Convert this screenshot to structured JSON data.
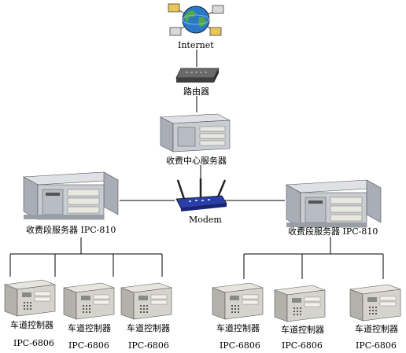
{
  "colors": {
    "line": "#000000",
    "server_body": "#c9ccd2",
    "server_face": "#b8bcc4",
    "drive_bay": "#e8e8e0",
    "ipc_body": "#d4d3cc",
    "router": "#5a5a5a",
    "modem": "#2b3ea8",
    "globe": "#2a78c8"
  },
  "nodes": {
    "internet": {
      "label": "Internet",
      "icon": "globe-network-icon"
    },
    "router": {
      "label": "路由器",
      "icon": "router-icon"
    },
    "center_server": {
      "label": "收费中心服务器",
      "icon": "rack-server-icon"
    },
    "modem": {
      "label": "Modem",
      "icon": "wireless-modem-icon"
    },
    "segment_server_left": {
      "label": "收费段服务器 IPC-810",
      "icon": "rack-server-icon"
    },
    "segment_server_right": {
      "label": "收费段服务器 IPC-810",
      "icon": "rack-server-icon"
    },
    "lane_controllers": [
      {
        "name": "车道控制器",
        "model": "IPC-6806",
        "icon": "tower-ipc-icon"
      },
      {
        "name": "车道控制器",
        "model": "IPC-6806",
        "icon": "tower-ipc-icon"
      },
      {
        "name": "车道控制器",
        "model": "IPC-6806",
        "icon": "tower-ipc-icon"
      },
      {
        "name": "车道控制器",
        "model": "IPC-6806",
        "icon": "tower-ipc-icon"
      },
      {
        "name": "车道控制器",
        "model": "IPC-6806",
        "icon": "tower-ipc-icon"
      },
      {
        "name": "车道控制器",
        "model": "IPC-6806",
        "icon": "tower-ipc-icon"
      }
    ]
  }
}
